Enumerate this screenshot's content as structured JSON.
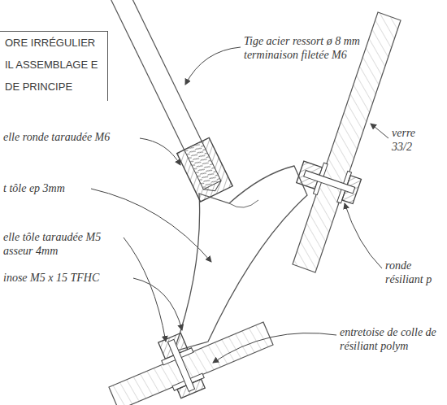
{
  "diagram": {
    "nodes": [
      {
        "text": [
          "ORE IRRÉGULIER IL ASSEMBLAGE E DE PRINCIPE"
        ]
      }
    ],
    "labels": [
      "Tige acier ressort ø 8 mm terminaison filetée M6",
      "verre 33/2",
      "elle ronde taraudée M6",
      "t tôle ep 3mm",
      "elle tôle taraudée M5 asseur 4mm",
      "inose M5 x 15 TFHC",
      "ronde résiliant p",
      "entretoise de colle de résiliant polym"
    ]
  }
}
